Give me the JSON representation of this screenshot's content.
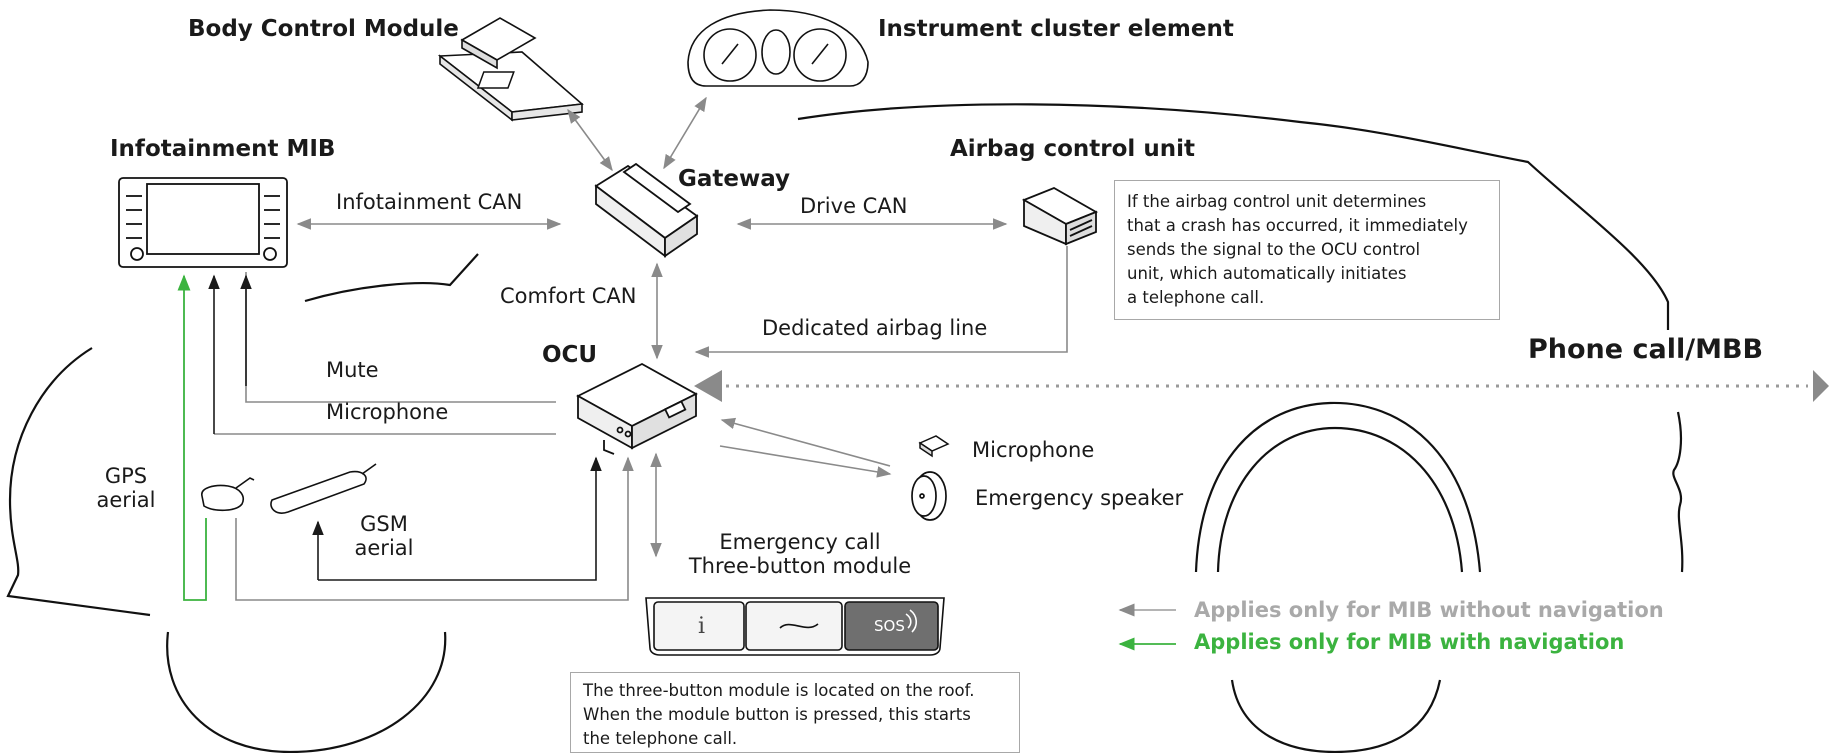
{
  "titles": {
    "body_control_module": "Body Control Module",
    "instrument_cluster": "Instrument cluster element",
    "infotainment_mib": "Infotainment MIB",
    "gateway": "Gateway",
    "airbag_control_unit": "Airbag control unit",
    "ocu": "OCU",
    "phone_call": "Phone call/MBB"
  },
  "bus_labels": {
    "infotainment_can": "Infotainment CAN",
    "drive_can": "Drive CAN",
    "comfort_can": "Comfort CAN",
    "dedicated_airbag_line": "Dedicated airbag line",
    "mute": "Mute",
    "microphone_line": "Microphone"
  },
  "components": {
    "gps_aerial_line1": "GPS",
    "gps_aerial_line2": "aerial",
    "gsm_aerial_line1": "GSM",
    "gsm_aerial_line2": "aerial",
    "microphone": "Microphone",
    "emergency_speaker": "Emergency speaker",
    "emergency_call_line1": "Emergency call",
    "emergency_call_line2": "Three-button module",
    "sos_button": "SOS",
    "info_button": "i"
  },
  "notes": {
    "airbag": [
      "If the airbag control unit determines",
      "that a crash has occurred, it immediately",
      "sends the signal to the OCU control",
      "unit, which automatically initiates",
      "a telephone call."
    ],
    "three_button": [
      "The three-button module is located on the roof.",
      "When the module button is pressed, this starts",
      "the telephone call."
    ]
  },
  "legend": {
    "without_nav": "Applies only for MIB without navigation",
    "with_nav": "Applies only for MIB with navigation"
  },
  "colors": {
    "grey_line": "#a9a9a9",
    "green_line": "#3bb33f",
    "dark_line": "#1a1a1a"
  }
}
